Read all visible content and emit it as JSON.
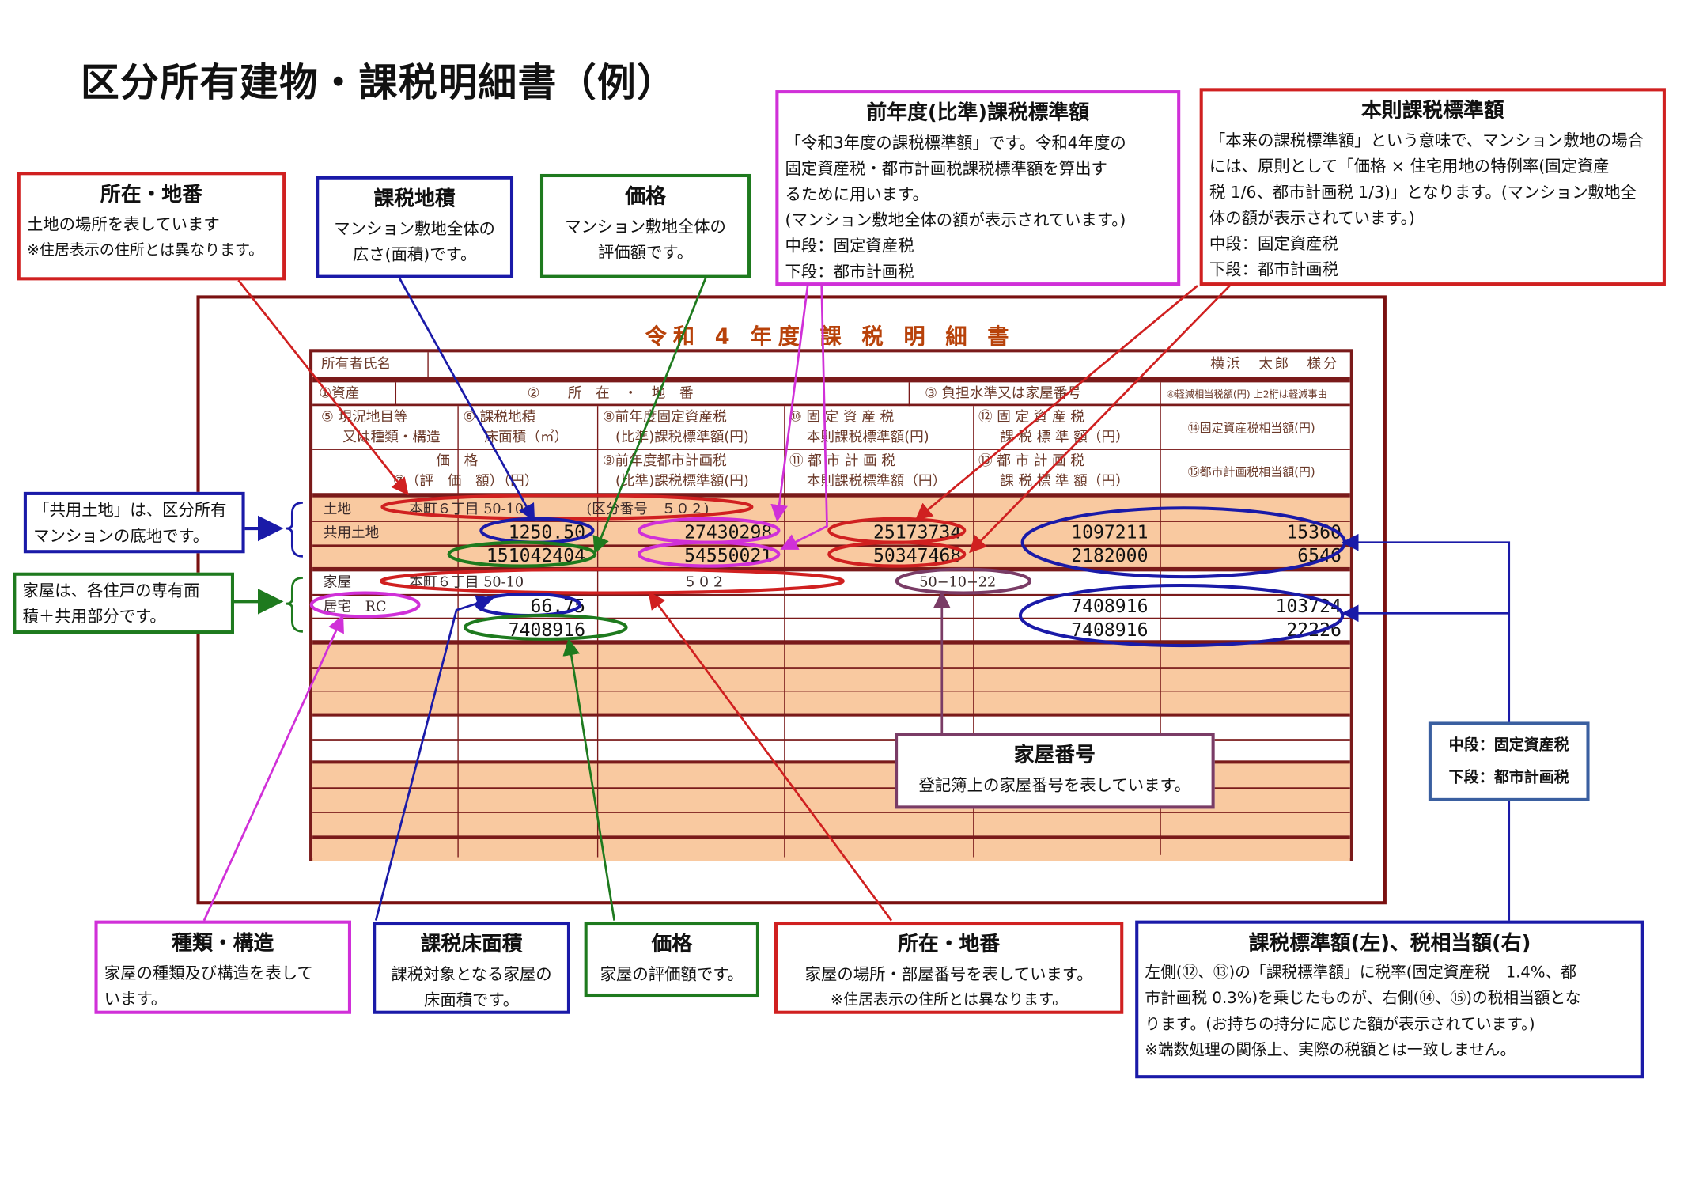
{
  "page_title": "区分所有建物・課税明細書（例）",
  "callouts": {
    "location_land": {
      "heading": "所在・地番",
      "lines": [
        "土地の場所を表しています",
        "※住居表示の住所とは異なります。"
      ]
    },
    "taxable_area": {
      "heading": "課税地積",
      "lines": [
        "マンション敷地全体の",
        "広さ(面積)です。"
      ]
    },
    "price_land": {
      "heading": "価格",
      "lines": [
        "マンション敷地全体の",
        "評価額です。"
      ]
    },
    "prev_year": {
      "heading": "前年度(比準)課税標準額",
      "lines": [
        "「令和3年度の課税標準額」です。令和4年度の",
        "固定資産税・都市計画税課税標準額を算出す",
        "るために用います。",
        "(マンション敷地全体の額が表示されています。)",
        "中段：固定資産税",
        "下段：都市計画税"
      ]
    },
    "principle": {
      "heading": "本則課税標準額",
      "lines": [
        "「本来の課税標準額」という意味で、マンション敷地の場合",
        "には、原則として「価格 × 住宅用地の特例率(固定資産",
        "税 1/6、都市計画税 1/3)」となります。(マンション敷地全",
        "体の額が表示されています。)",
        "中段：固定資産税",
        "下段：都市計画税"
      ]
    },
    "shared_land": {
      "lines": [
        "「共用土地」は、区分所有",
        "マンションの底地です。"
      ]
    },
    "building": {
      "lines": [
        "家屋は、各住戸の専有面",
        "積＋共用部分です。"
      ]
    },
    "house_number": {
      "heading": "家屋番号",
      "lines": [
        "登記簿上の家屋番号を表しています。"
      ]
    },
    "mid_low": {
      "lines": [
        "中段：固定資産税",
        "下段：都市計画税"
      ]
    },
    "type_structure": {
      "heading": "種類・構造",
      "lines": [
        "家屋の種類及び構造を表して",
        "います。"
      ]
    },
    "floor_area": {
      "heading": "課税床面積",
      "lines": [
        "課税対象となる家屋の",
        "床面積です。"
      ]
    },
    "price_house": {
      "heading": "価格",
      "lines": [
        "家屋の評価額です。"
      ]
    },
    "location_house": {
      "heading": "所在・地番",
      "lines": [
        "家屋の場所・部屋番号を表しています。",
        "※住居表示の住所とは異なります。"
      ]
    },
    "tax_base": {
      "heading": "課税標準額(左)、税相当額(右)",
      "lines": [
        "左側(⑫、⑬)の「課税標準額」に税率(固定資産税　1.4%、都",
        "市計画税 0.3%)を乗じたものが、右側(⑭、⑮)の税相当額とな",
        "ります。(お持ちの持分に応じた額が表示されています。)",
        "※端数処理の関係上、実際の税額とは一致しません。"
      ]
    }
  },
  "statement": {
    "title": "令和 4 年度 課 税 明 細 書",
    "owner_label": "所有者氏名",
    "owner_name": "横浜　太郎　様分",
    "headers": {
      "h1": "①資産",
      "h2": "②　　所　在　・　地　番",
      "h3": "③ 負担水準又は家屋番号",
      "h4": "④軽減相当税額(円) 上2桁は軽減事由",
      "h5a": "⑤ 現況地目等",
      "h5b": "又は種類・構造",
      "h6a": "⑥ 課税地積",
      "h6b": "床面積（㎡）",
      "h8a": "⑧前年度固定資産税",
      "h8b": "(比準)課税標準額(円)",
      "h10a": "⑩ 固 定 資 産 税",
      "h10b": "本則課税標準額(円)",
      "h12a": "⑫ 固 定 資 産 税",
      "h12b": "課 税 標 準 額（円）",
      "h14": "⑭固定資産税相当額(円)",
      "h7a": "価　格",
      "h7b": "⑦（評　価　額）（円）",
      "h9a": "⑨前年度都市計画税",
      "h9b": "(比準)課税標準額(円)",
      "h11a": "⑪ 都 市 計 画 税",
      "h11b": "本則課税標準額（円）",
      "h13a": "⑬ 都 市 計 画 税",
      "h13b": "課 税 標 準 額（円）",
      "h15": "⑮都市計画税相当額(円)"
    },
    "land": {
      "asset": "土地",
      "address": "本町６丁目 50-10",
      "unit": "(区分番号　５０２)",
      "type": "共用土地",
      "area": "1250.50",
      "price": "151042404",
      "prev_fixed": "27430298",
      "prev_city": "54550021",
      "principle_fixed": "25173734",
      "principle_city": "50347468",
      "base_fixed": "1097211",
      "base_city": "2182000",
      "tax_fixed": "15360",
      "tax_city": "6546"
    },
    "house": {
      "asset": "家屋",
      "address": "本町６丁目 50-10",
      "room": "５０２",
      "house_no": "50−10−22",
      "type": "居宅　RC",
      "area": "66.75",
      "price": "7408916",
      "base_fixed": "7408916",
      "base_city": "7408916",
      "tax_fixed": "103724",
      "tax_city": "22226"
    }
  },
  "colors": {
    "red": "#d02020",
    "blue": "#1a1aa8",
    "green": "#1e7a1e",
    "magenta": "#d030d8",
    "purple": "#7a3c66",
    "table": "#7a1a1a",
    "fill": "#f9c9a0"
  }
}
